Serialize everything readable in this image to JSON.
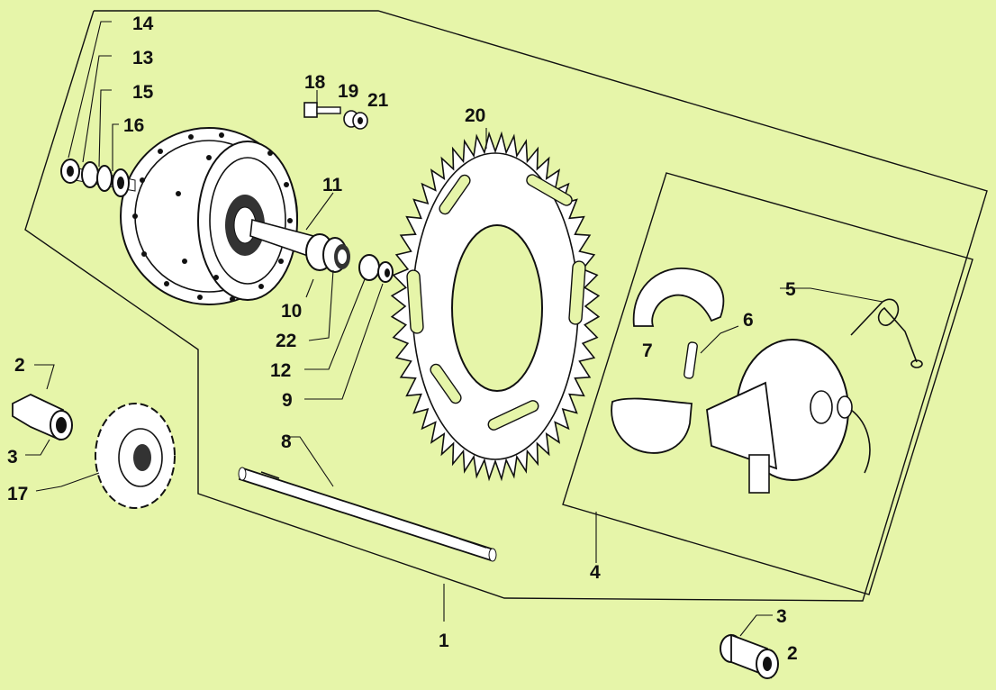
{
  "callouts": {
    "n1": "1",
    "n2a": "2",
    "n2b": "2",
    "n3a": "3",
    "n3b": "3",
    "n4": "4",
    "n5": "5",
    "n6": "6",
    "n7": "7",
    "n8": "8",
    "n9": "9",
    "n10": "10",
    "n11": "11",
    "n12": "12",
    "n13": "13",
    "n14": "14",
    "n15": "15",
    "n16": "16",
    "n17": "17",
    "n18": "18",
    "n19": "19",
    "n20": "20",
    "n21": "21",
    "n22": "22"
  },
  "colors": {
    "background": "#e6f5a9",
    "ink": "#111111",
    "part_fill": "#ffffff"
  }
}
